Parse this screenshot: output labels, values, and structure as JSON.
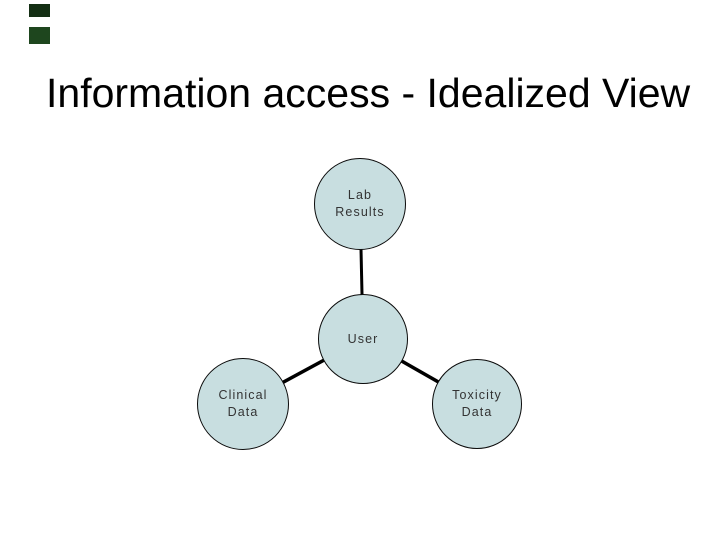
{
  "slide": {
    "title": "Information access - Idealized View",
    "background_color": "#ffffff",
    "title_color": "#000000"
  },
  "decorations": {
    "corner_bar_top_color": "#142f14",
    "corner_bar_bottom_color": "#1e461e"
  },
  "diagram": {
    "node_fill_color": "#c8dee0",
    "node_border_color": "#0a0a0a",
    "connector_color": "#000000",
    "nodes": {
      "lab": {
        "label": "Lab\nResults"
      },
      "user": {
        "label": "User"
      },
      "clinical": {
        "label": "Clinical\nData"
      },
      "toxicity": {
        "label": "Toxicity\nData"
      }
    }
  }
}
